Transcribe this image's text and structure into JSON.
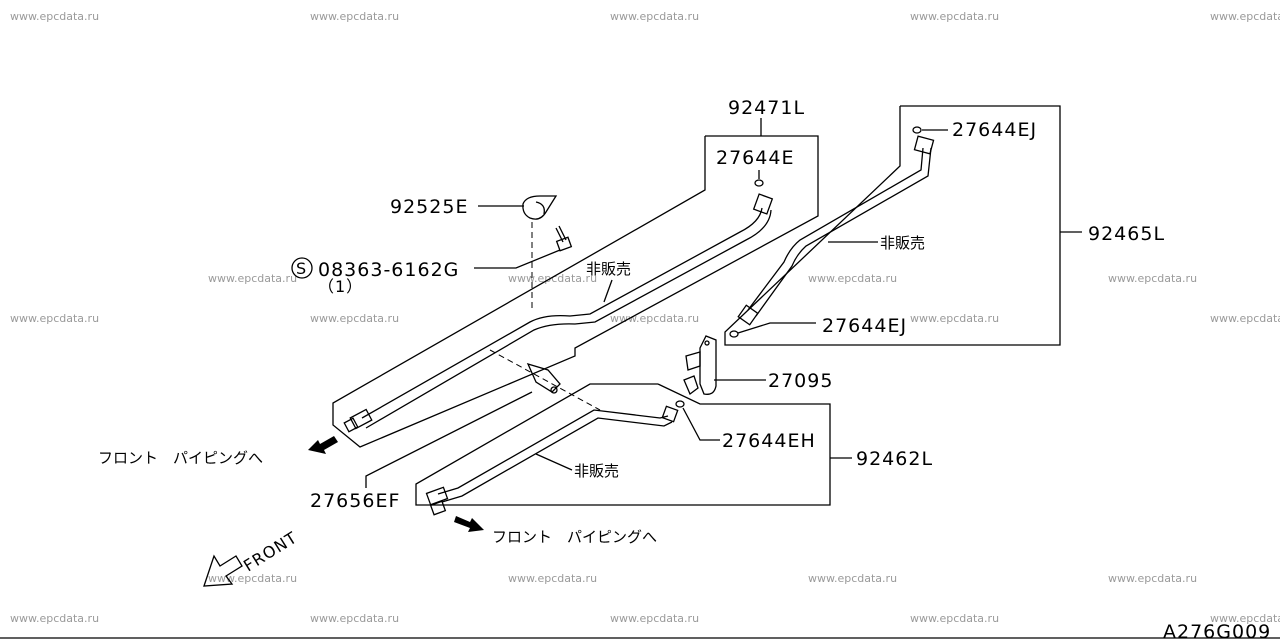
{
  "watermark": "www.epcdata.ru",
  "labels": {
    "p92471L": "92471L",
    "p27644E": "27644E",
    "p92525E": "92525E",
    "p08363": "08363-6162G",
    "qty": "（1）",
    "p27644EJ_top": "27644EJ",
    "p92465L": "92465L",
    "p27644EJ_mid": "27644EJ",
    "p27095": "27095",
    "p27644EH": "27644EH",
    "p92462L": "92462L",
    "p27656EF": "27656EF",
    "nfs1": "非販売",
    "nfs2": "非販売",
    "nfs3": "非販売",
    "front_piping_left": "フロント　パイピングへ",
    "front_piping_bottom": "フロント　パイピングへ",
    "front": "FRONT",
    "diagram_code": "A276G009",
    "s_mark": "S"
  }
}
